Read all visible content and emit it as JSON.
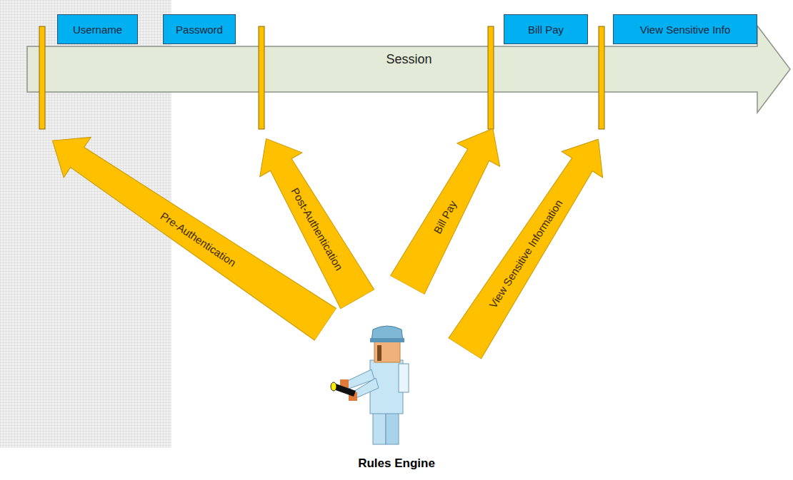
{
  "diagram": {
    "caption": "Rules Engine",
    "nodes": [
      {
        "text": [
          "Username"
        ]
      },
      {
        "text": [
          "Password"
        ]
      },
      {
        "text": [
          "Bill Pay"
        ]
      },
      {
        "text": [
          "View Sensitive Info"
        ]
      },
      {
        "text": [
          "Session"
        ]
      },
      {
        "text": [
          "Pre-Authentication"
        ]
      },
      {
        "text": [
          "Post-Authentication"
        ]
      },
      {
        "text": [
          "Bill Pay"
        ]
      },
      {
        "text": [
          "View Sensitive Information"
        ]
      }
    ]
  }
}
